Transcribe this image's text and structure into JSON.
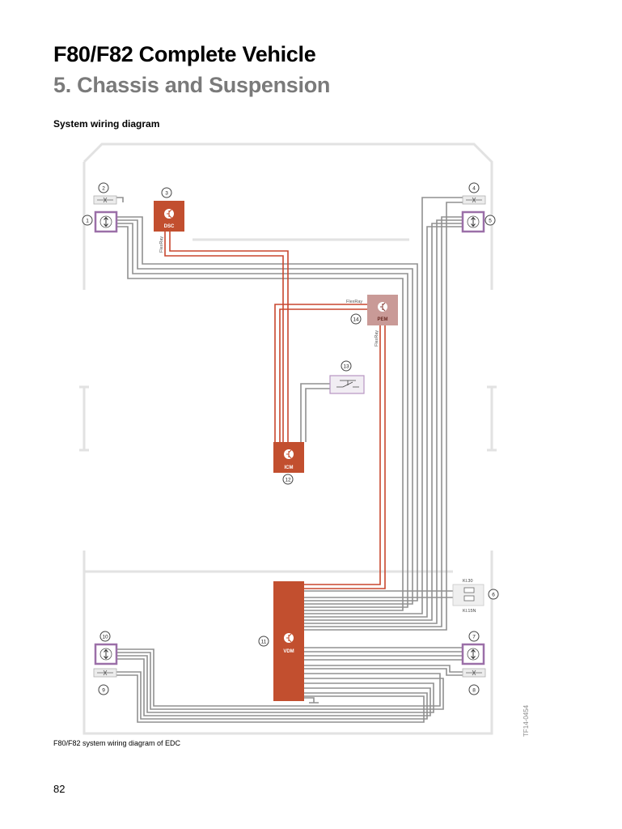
{
  "header": {
    "title": "F80/F82 Complete Vehicle",
    "subtitle": "5. Chassis and Suspension"
  },
  "section_heading": "System wiring diagram",
  "diagram": {
    "modules": {
      "dsc": "DSC",
      "pem": "PEM",
      "icm": "ICM",
      "vdm": "VDM"
    },
    "bus_labels": {
      "dsc_flexray": "FlexRay",
      "pem_flexray_in": "FlexRay",
      "pem_flexray_out": "FlexRay"
    },
    "terminals": {
      "kl30": "Kl.30",
      "kl15n": "Kl.15N"
    },
    "callouts": [
      "1",
      "2",
      "3",
      "4",
      "5",
      "6",
      "7",
      "8",
      "9",
      "10",
      "11",
      "12",
      "13",
      "14"
    ],
    "figure_code": "TF14-0454"
  },
  "caption": "F80/F82 system wiring diagram of EDC",
  "footer": {
    "page_number": "82"
  },
  "colors": {
    "bus_red": "#c8472e",
    "module_red": "#c24f2f",
    "pem_fill": "#c99a97",
    "wire_gray": "#909090",
    "sensor_purple": "#9b6fa8",
    "outline_gray": "#e2e2e2"
  }
}
